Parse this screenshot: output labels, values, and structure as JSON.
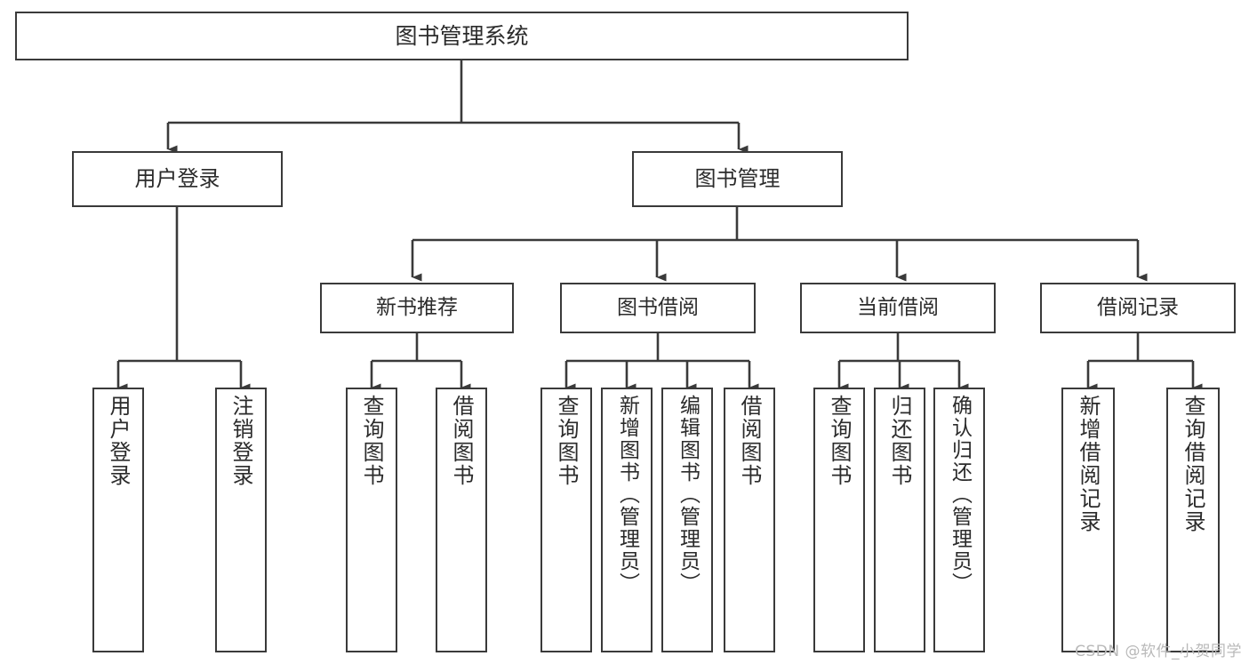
{
  "diagram": {
    "title": "图书管理系统",
    "type": "tree-hierarchy-chart",
    "root": {
      "label": "图书管理系统"
    },
    "level1": [
      {
        "label": "用户登录"
      },
      {
        "label": "图书管理"
      }
    ],
    "level2": [
      {
        "label": "新书推荐"
      },
      {
        "label": "图书借阅"
      },
      {
        "label": "当前借阅"
      },
      {
        "label": "借阅记录"
      }
    ],
    "leaves": {
      "user_login": [
        {
          "label": "用户登录"
        },
        {
          "label": "注销登录"
        }
      ],
      "new_book_recommend": [
        {
          "label": "查询图书"
        },
        {
          "label": "借阅图书"
        }
      ],
      "book_borrow": [
        {
          "label": "查询图书"
        },
        {
          "label": "新增图书（管理员）"
        },
        {
          "label": "编辑图书（管理员）"
        },
        {
          "label": "借阅图书"
        }
      ],
      "current_borrow": [
        {
          "label": "查询图书"
        },
        {
          "label": "归还图书"
        },
        {
          "label": "确认归还（管理员）"
        }
      ],
      "borrow_record": [
        {
          "label": "新增借阅记录"
        },
        {
          "label": "查询借阅记录"
        }
      ]
    }
  },
  "watermark": {
    "text": "CSDN @软件_小贺同学"
  },
  "colors": {
    "stroke": "#3a3a3a",
    "text": "#2b2b2b",
    "background": "#ffffff",
    "watermark": "#b9b9b9"
  }
}
